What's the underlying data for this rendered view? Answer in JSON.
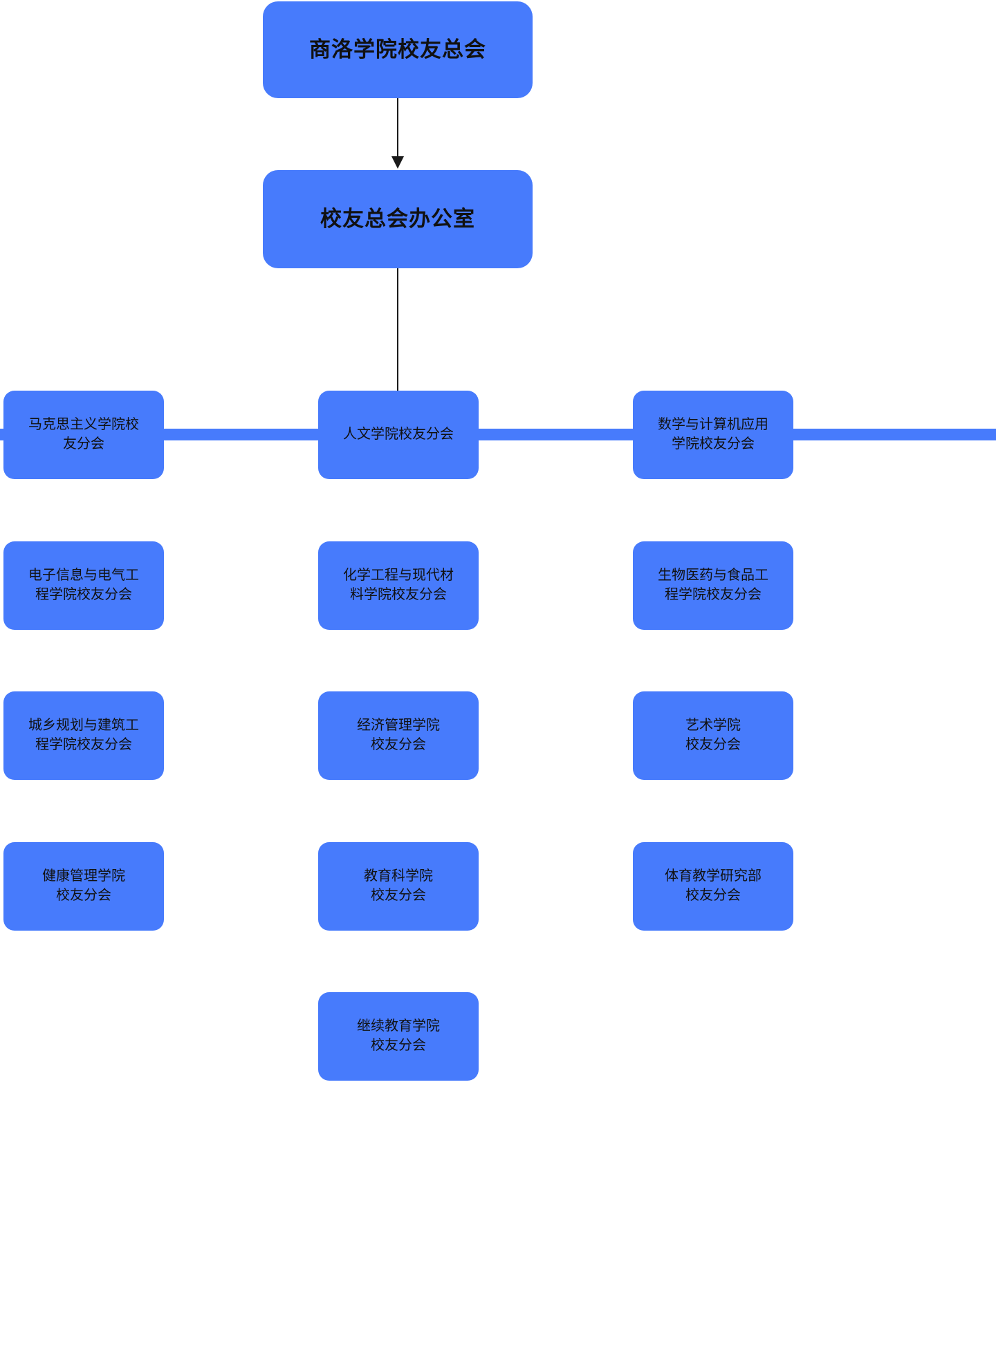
{
  "diagram": {
    "title_node": {
      "label": "商洛学院校友总会"
    },
    "office_node": {
      "label": "校友总会办公室"
    },
    "colors": {
      "node_fill": "#477bfc",
      "node_text": "#111111",
      "connector": "#1a1a1a",
      "divider_bar": "#477bfc",
      "background": "#ffffff"
    },
    "connectors": [
      {
        "from": "商洛学院校友总会",
        "to": "校友总会办公室",
        "style": "arrow-down"
      },
      {
        "from": "校友总会办公室",
        "to": "divider-bar",
        "style": "arrow-down"
      }
    ],
    "departments": [
      {
        "label": "马克思主义学院校\n友分会",
        "col": 0,
        "row": 0
      },
      {
        "label": "人文学院校友分会",
        "col": 1,
        "row": 0
      },
      {
        "label": "数学与计算机应用\n学院校友分会",
        "col": 2,
        "row": 0
      },
      {
        "label": "电子信息与电气工\n程学院校友分会",
        "col": 0,
        "row": 1
      },
      {
        "label": "化学工程与现代材\n料学院校友分会",
        "col": 1,
        "row": 1
      },
      {
        "label": "生物医药与食品工\n程学院校友分会",
        "col": 2,
        "row": 1
      },
      {
        "label": "城乡规划与建筑工\n程学院校友分会",
        "col": 0,
        "row": 2
      },
      {
        "label": "经济管理学院\n校友分会",
        "col": 1,
        "row": 2
      },
      {
        "label": "艺术学院\n校友分会",
        "col": 2,
        "row": 2
      },
      {
        "label": "健康管理学院\n校友分会",
        "col": 0,
        "row": 3
      },
      {
        "label": "教育科学院\n校友分会",
        "col": 1,
        "row": 3
      },
      {
        "label": "体育教学研究部\n校友分会",
        "col": 2,
        "row": 3
      },
      {
        "label": "继续教育学院\n校友分会",
        "col": 1,
        "row": 4
      }
    ]
  }
}
